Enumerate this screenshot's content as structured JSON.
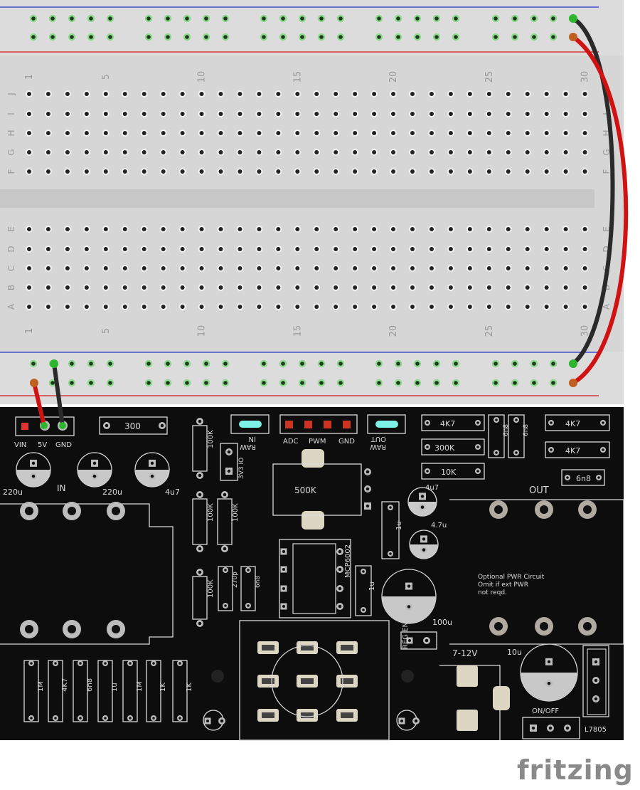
{
  "logo": {
    "text": "fritzing"
  },
  "breadboard": {
    "column_numbers": [
      "1",
      "5",
      "10",
      "15",
      "20",
      "25",
      "30"
    ],
    "top_row_letters": [
      "J",
      "I",
      "H",
      "G",
      "F"
    ],
    "bottom_row_letters": [
      "E",
      "D",
      "C",
      "B",
      "A"
    ]
  },
  "pcb": {
    "labels": {
      "vin": "VIN",
      "v5": "5V",
      "gnd": "GND",
      "r300": "300",
      "raw_in": "RAW\nIN",
      "adc": "ADC",
      "pwm": "PWM",
      "gnd2": "GND",
      "raw_out": "RAW\nOUT",
      "v3v3": "3V3 IO",
      "cap220_1": "220u",
      "in": "IN",
      "cap220_2": "220u",
      "cap4u7": "4u7",
      "r100k_1": "100K",
      "r100k_2": "100K",
      "r100k_3": "100K",
      "r100k_4": "100K",
      "pot": "500K",
      "r4k7_top": "4K7",
      "r300k": "300K",
      "r10k": "10K",
      "cap4u7_b": "4u7",
      "c6n8_a": "6n8",
      "c6n8_b": "6n8",
      "r4k7_r1": "4K7",
      "r4k7_r2": "4K7",
      "c6n8_r": "6n8",
      "out": "OUT",
      "c1u_a": "1u",
      "c4u7_c": "4.7u",
      "c270p": "270p",
      "c6n8_c": "6n8",
      "opamp": "MCP6002",
      "c1u_b": "1u",
      "cap100u": "100u",
      "optional": "Optional PWR Circuit\nOmit if ext PWR\nnot reqd.",
      "reg_en": "REG EN",
      "v712": "7-12V",
      "cap10u": "10u",
      "onoff": "ON/OFF",
      "reg": "L7805",
      "bottom_parts": [
        "1M",
        "4K7",
        "6n8",
        "1u",
        "1M",
        "1K",
        "1K"
      ]
    }
  },
  "colors": {
    "breadboard": "#d6d6d6",
    "breadboard_rail": "#dcdcdc",
    "rail_blue": "#2230c8",
    "rail_red": "#d21a1a",
    "hole_green": "#2db52d",
    "pcb_black": "#0d0d0d",
    "silk": "#dadada",
    "pad": "#cfcfcf",
    "wire_red": "#d11212",
    "wire_black": "#2a2a2a"
  }
}
